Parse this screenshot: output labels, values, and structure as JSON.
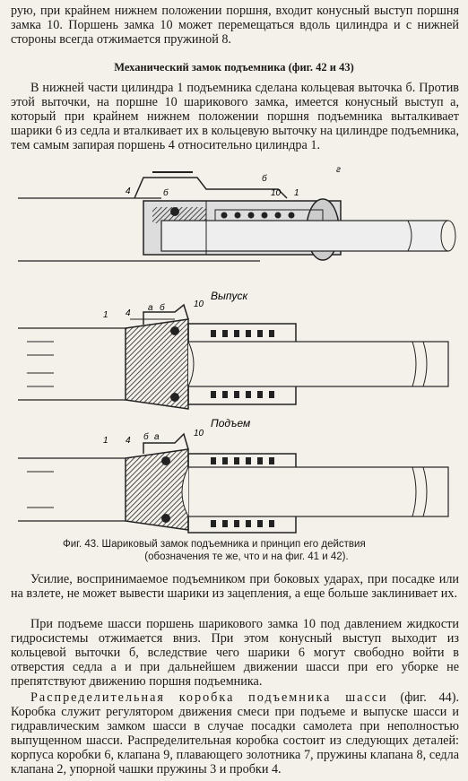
{
  "intro_text": "рую, при крайнем нижнем положении поршня, входит конусный выступ поршня замка 10. Поршень замка 10 может перемещаться вдоль цилиндра и с нижней стороны всегда отжимается пружиной 8.",
  "section_heading": "Механический замок подъемника (фиг. 42 и 43)",
  "para_lock": "В нижней части цилиндра 1 подъемника сделана кольцевая выточка б. Против этой выточки, на поршне 10 шарикового замка, имеется конусный выступ а, который при крайнем нижнем положении поршня подъемника выталкивает шарики 6 из седла и вталкивает их в кольцевую выточку на цилиндре подъемника, тем самым запирая поршень 4 относительно цилиндра 1.",
  "figure": {
    "label_release": "Выпуск",
    "label_lift": "Подъем",
    "top_labels": [
      "г",
      "б",
      "4",
      "б",
      "10",
      "1"
    ],
    "mid_labels": [
      "1",
      "4",
      "а",
      "б",
      "10"
    ],
    "bot_labels": [
      "1",
      "4",
      "б",
      "а",
      "10"
    ]
  },
  "caption_line1": "Фиг. 43. Шариковый замок подъемника и принцип его действия",
  "caption_line2": "(обозначения те же, что и на фиг. 41 и 42).",
  "para_force": "Усилие, воспринимаемое подъемником при боковых ударах, при посадке или на взлете, не может вывести шарики из зацепления, а еще больше заклинивает их.",
  "para_raise": "При подъеме шасси поршень шарикового замка 10 под давлением жидкости гидросистемы отжимается вниз. При этом конусный выступ выходит из кольцевой выточки б, вследствие чего шарики 6 могут свободно войти в отверстия седла а и при дальнейшем движении шасси при его уборке не препятствуют движению поршня подъемника.",
  "para_box_title": "Распределительная коробка подъемника шасси",
  "para_box": "(фиг. 44). Коробка служит регулятором движения смеси при подъеме и выпуске шасси и гидравлическим замком шасси в случае посадки самолета при неполностью выпущенном шасси. Распределительная коробка состоит из следующих деталей: корпуса коробки 6, клапана 9, плавающего золотника 7, пружины клапана 8, седла клапана 2, упорной чашки пружины 3 и пробки 4."
}
